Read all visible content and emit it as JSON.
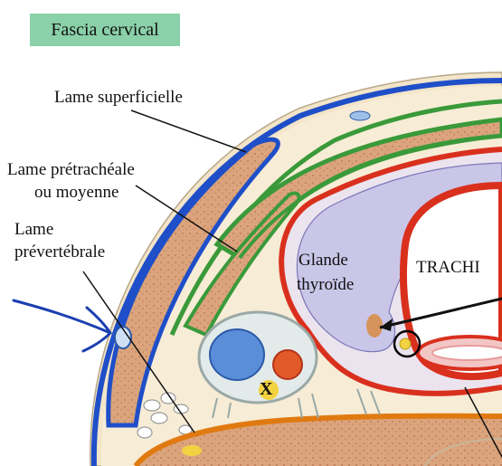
{
  "title": "Fascia cervical",
  "labels": {
    "lame_superficielle": "Lame superficielle",
    "lame_pretracheale_1": "Lame prétrachéale",
    "lame_pretracheale_2": "ou moyenne",
    "lame_prevertebrale_1": "Lame",
    "lame_prevertebrale_2": "prévertébrale",
    "glande_1": "Glande",
    "glande_2": "thyroïde",
    "trachee": "TRACHI",
    "nerve_mark": "X"
  },
  "colors": {
    "title_bg": "#8ad0a8",
    "superficial_layer": "#1f4fc8",
    "pretracheal_layer": "#3a9a3a",
    "visceral_layer": "#d9301e",
    "prevertebral_layer": "#e07a10",
    "muscle": "#d9a07a",
    "thyroid": "#c9c6e8"
  }
}
